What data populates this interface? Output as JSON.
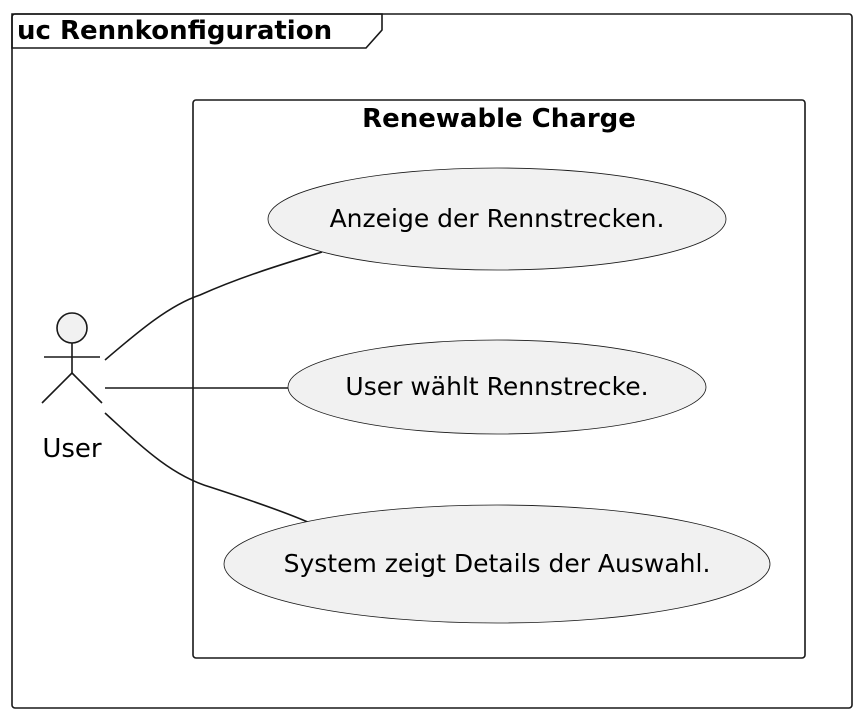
{
  "diagram": {
    "frame_title": "uc Rennkonfiguration",
    "system_boundary": "Renewable Charge",
    "actor": {
      "label": "User"
    },
    "use_cases": [
      {
        "label": "Anzeige der Rennstrecken."
      },
      {
        "label": "User wählt Rennstrecke."
      },
      {
        "label": "System zeigt Details der Auswahl."
      }
    ],
    "colors": {
      "use_case_fill": "#F1F1F1",
      "stroke": "#181818",
      "background": "#FFFFFF"
    }
  }
}
